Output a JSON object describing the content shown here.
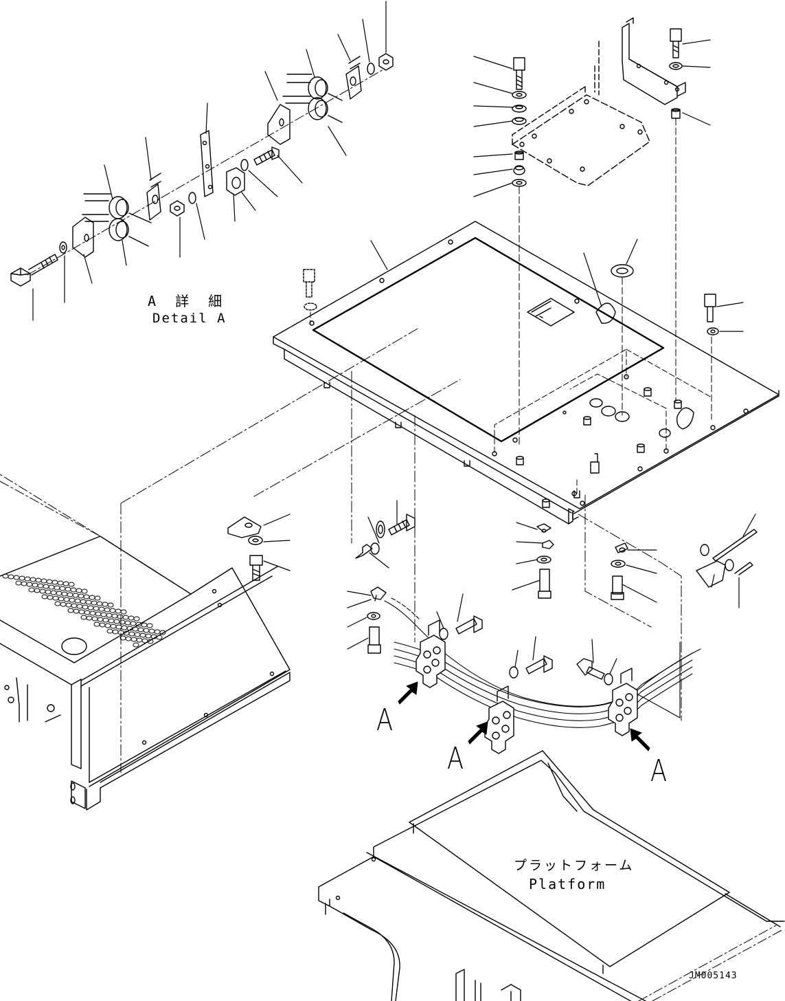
{
  "detail_label": {
    "japanese": "A 詳 細",
    "english": "Detail A"
  },
  "view_markers": [
    "A",
    "A",
    "A"
  ],
  "platform_label": {
    "japanese": "プラットフォーム",
    "english": "Platform"
  },
  "figure_number": "JM005143",
  "colors": {
    "line": "#000000",
    "background": "#ffffff"
  }
}
